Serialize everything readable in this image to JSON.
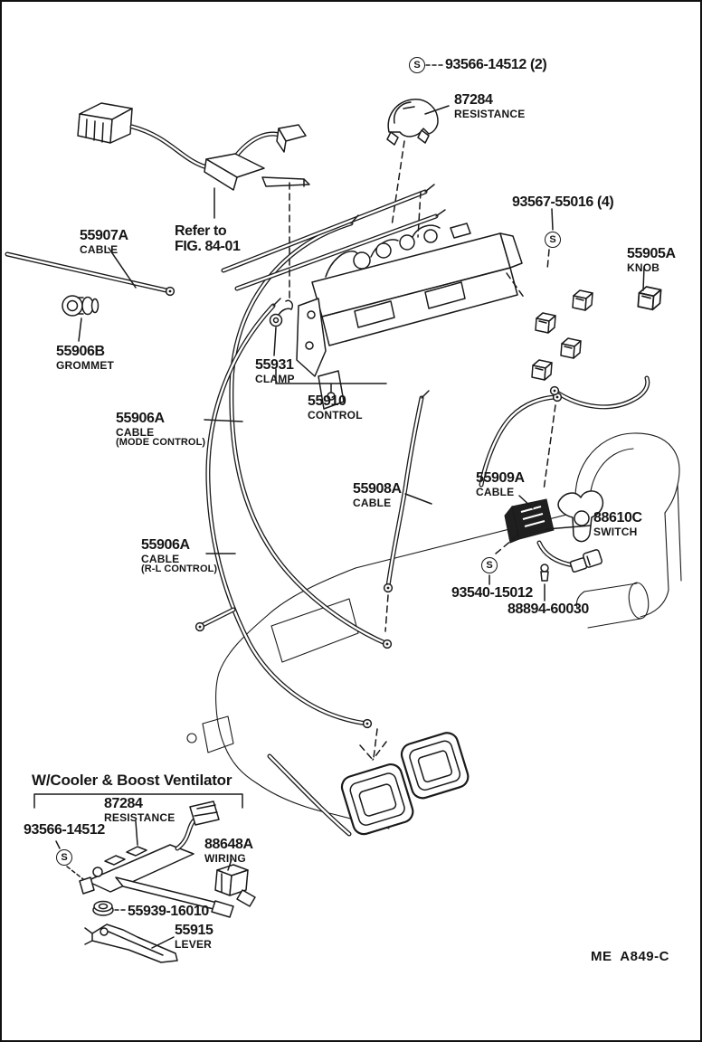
{
  "page": {
    "background": "#ffffff",
    "ink": "#161616"
  },
  "symbols": {
    "screw": "S"
  },
  "footer": {
    "code": "ME  A849-C"
  },
  "section": {
    "heading": "W/Cooler & Boost Ventilator"
  },
  "labels": {
    "screw_top": {
      "number": "93566-14512 (2)"
    },
    "resistance_top": {
      "number": "87284",
      "name": "RESISTANCE"
    },
    "refer_note": {
      "line1": "Refer to",
      "line2": "FIG. 84-01"
    },
    "cable_55907a": {
      "number": "55907A",
      "name": "CABLE"
    },
    "screw_93567": {
      "number": "93567-55016 (4)"
    },
    "knob_55905a": {
      "number": "55905A",
      "name": "KNOB"
    },
    "grommet_55906b": {
      "number": "55906B",
      "name": "GROMMET"
    },
    "clamp_55931": {
      "number": "55931",
      "name": "CLAMP"
    },
    "control_55910": {
      "number": "55910",
      "name": "CONTROL"
    },
    "cable_mode_control": {
      "number": "55906A",
      "name": "CABLE",
      "detail": "(MODE CONTROL)"
    },
    "cable_55908a": {
      "number": "55908A",
      "name": "CABLE"
    },
    "cable_55909a": {
      "number": "55909A",
      "name": "CABLE"
    },
    "switch_88610c": {
      "number": "88610C",
      "name": "SWITCH"
    },
    "screw_93540": {
      "number": "93540-15012"
    },
    "clip_88894": {
      "number": "88894-60030"
    },
    "cable_rl_control": {
      "number": "55906A",
      "name": "CABLE",
      "detail": "(R-L CONTROL)"
    },
    "resistance_bottom": {
      "number": "87284",
      "name": "RESISTANCE"
    },
    "screw_bottom": {
      "number": "93566-14512"
    },
    "wiring_88648a": {
      "number": "88648A",
      "name": "WIRING"
    },
    "nut_55939": {
      "number": "55939-16010"
    },
    "lever_55915": {
      "number": "55915",
      "name": "LEVER"
    }
  }
}
